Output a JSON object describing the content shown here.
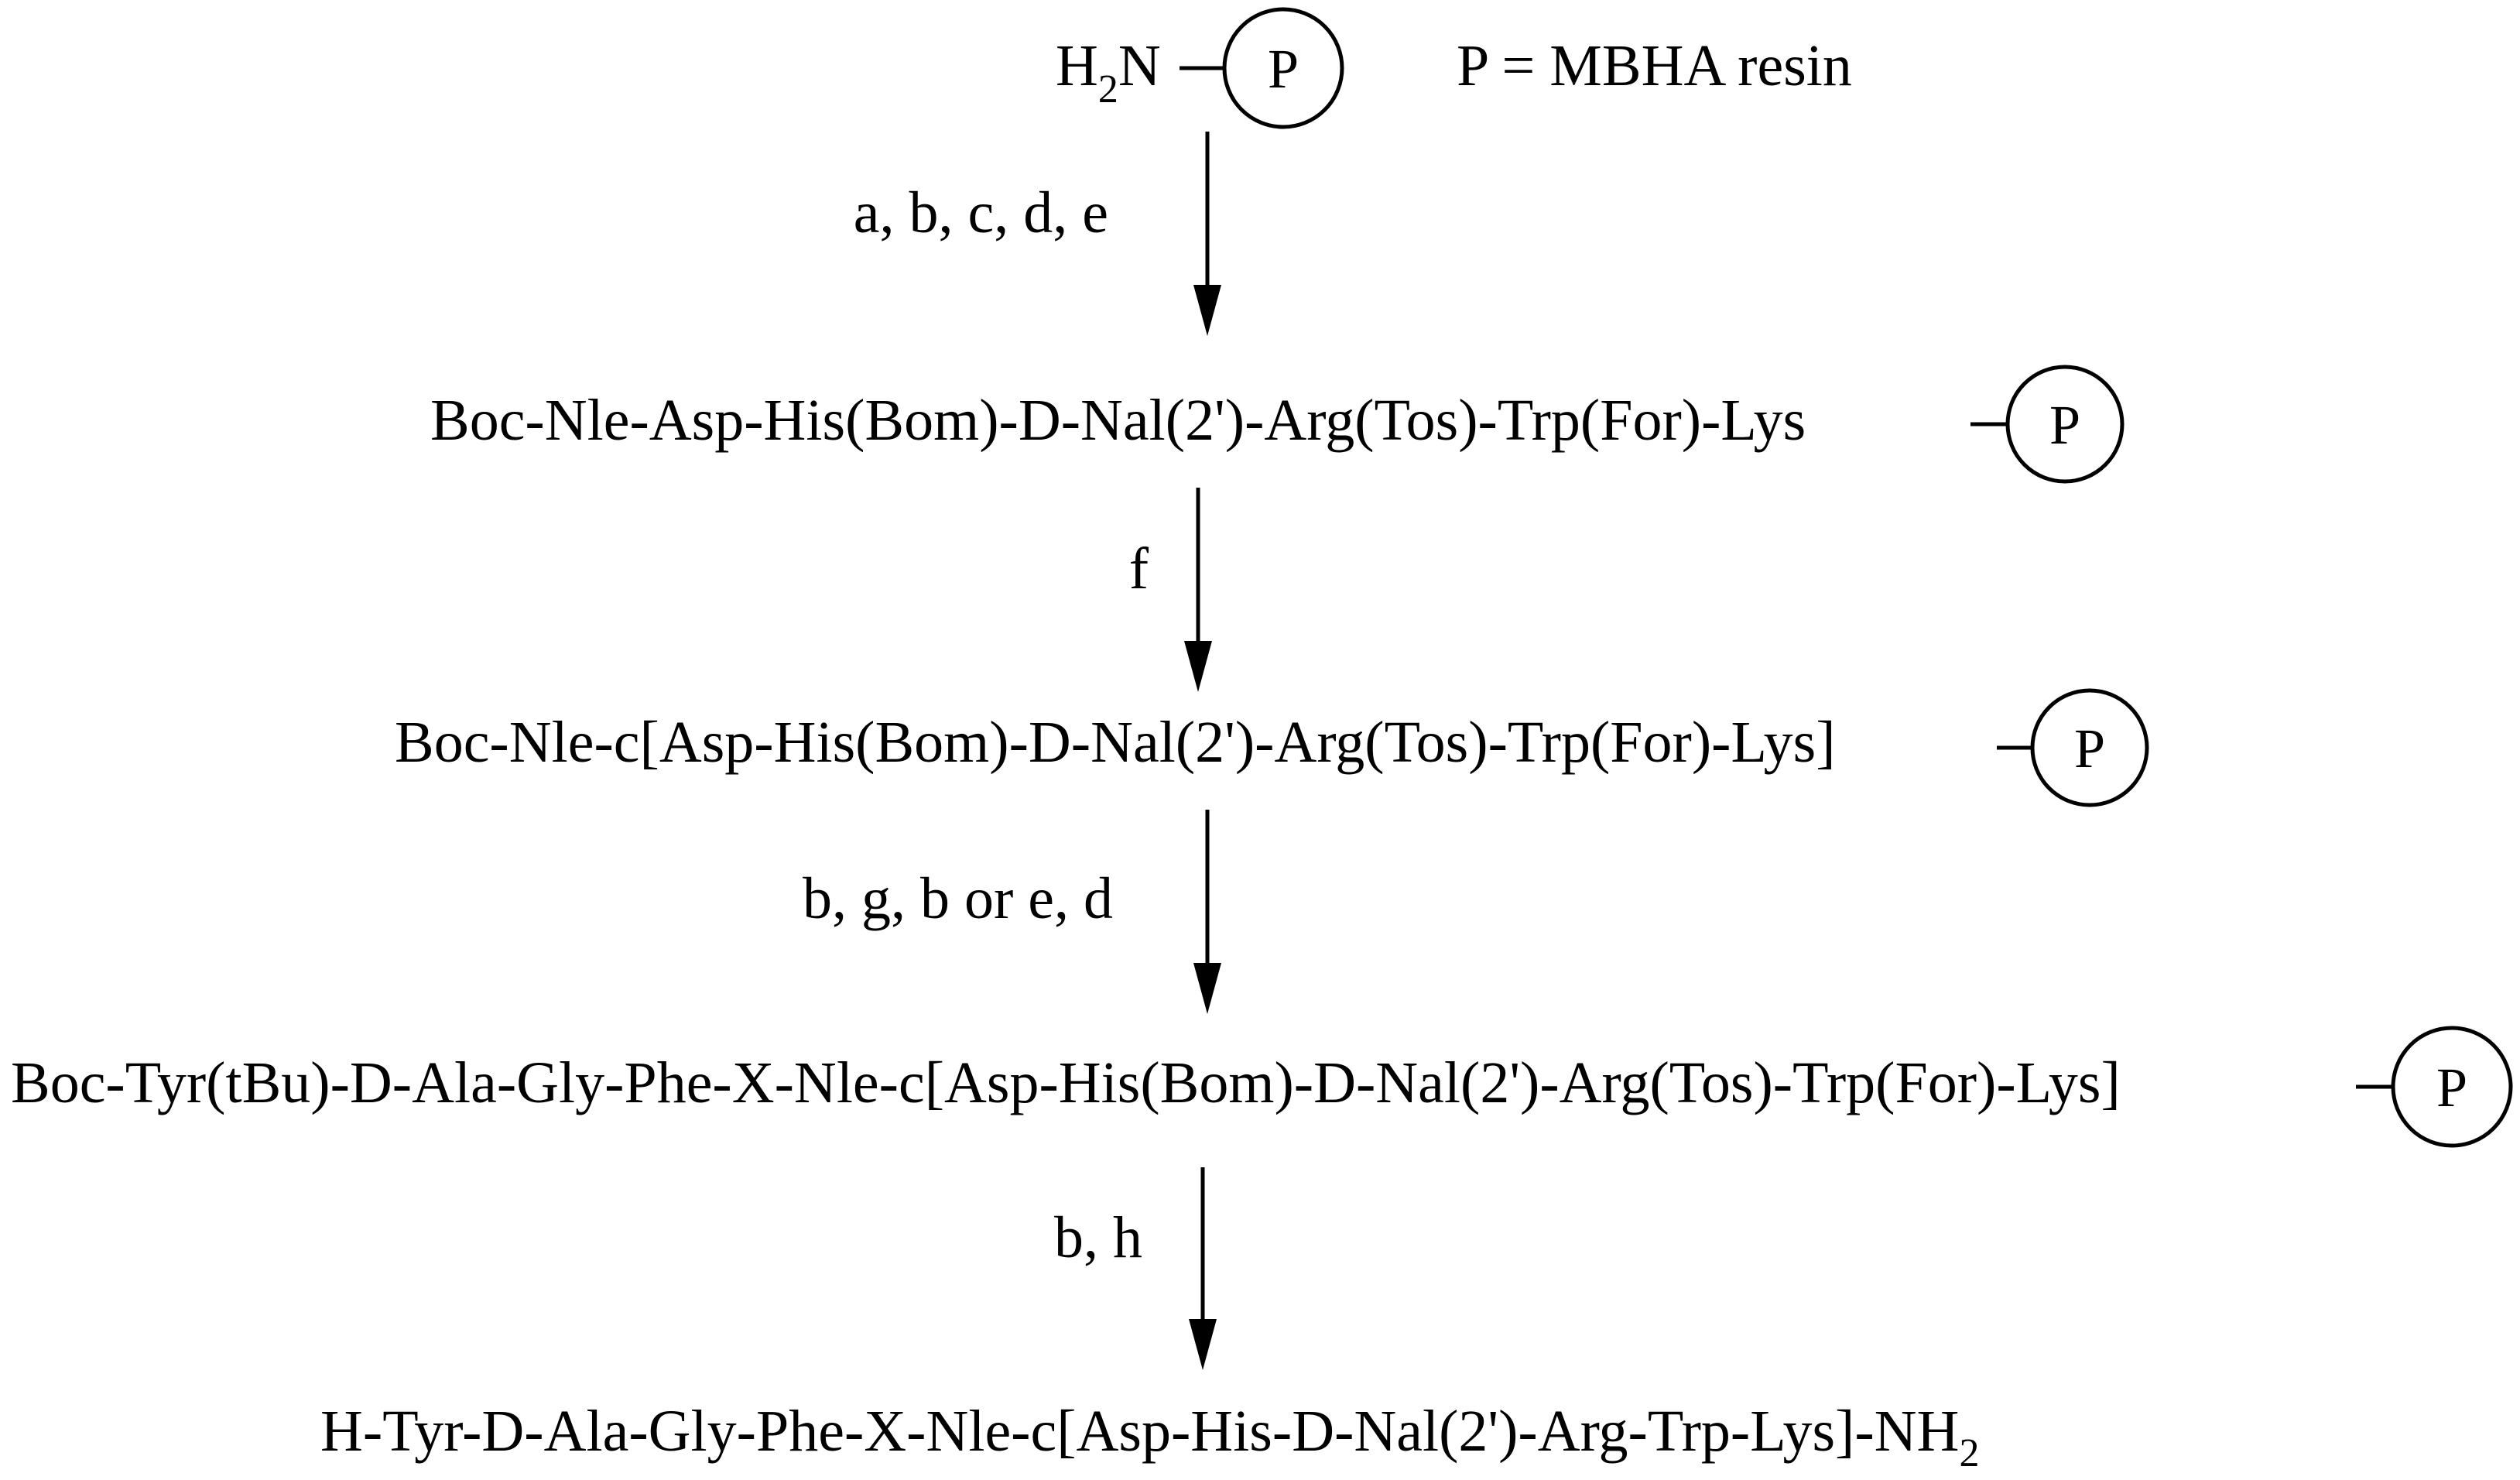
{
  "start": {
    "amine_main": "H",
    "amine_sub": "2",
    "amine_tail": "N",
    "resin_symbol": "P",
    "legend": "P = MBHA resin"
  },
  "steps": [
    {
      "reagents": "a, b, c, d, e"
    },
    {
      "reagents": "f"
    },
    {
      "reagents": "b, g, b or e, d"
    },
    {
      "reagents": "b, h"
    }
  ],
  "intermediates": [
    {
      "sequence": "Boc-Nle-Asp-His(Bom)-D-Nal(2')-Arg(Tos)-Trp(For)-Lys",
      "resin_symbol": "P"
    },
    {
      "sequence": "Boc-Nle-c[Asp-His(Bom)-D-Nal(2')-Arg(Tos)-Trp(For)-Lys]",
      "resin_symbol": "P"
    },
    {
      "sequence": "Boc-Tyr(tBu)-D-Ala-Gly-Phe-X-Nle-c[Asp-His(Bom)-D-Nal(2')-Arg(Tos)-Trp(For)-Lys]",
      "resin_symbol": "P"
    }
  ],
  "product": {
    "sequence": "H-Tyr-D-Ala-Gly-Phe-X-Nle-c[Asp-His-D-Nal(2')-Arg-Trp-Lys]-NH",
    "subscript": "2"
  }
}
